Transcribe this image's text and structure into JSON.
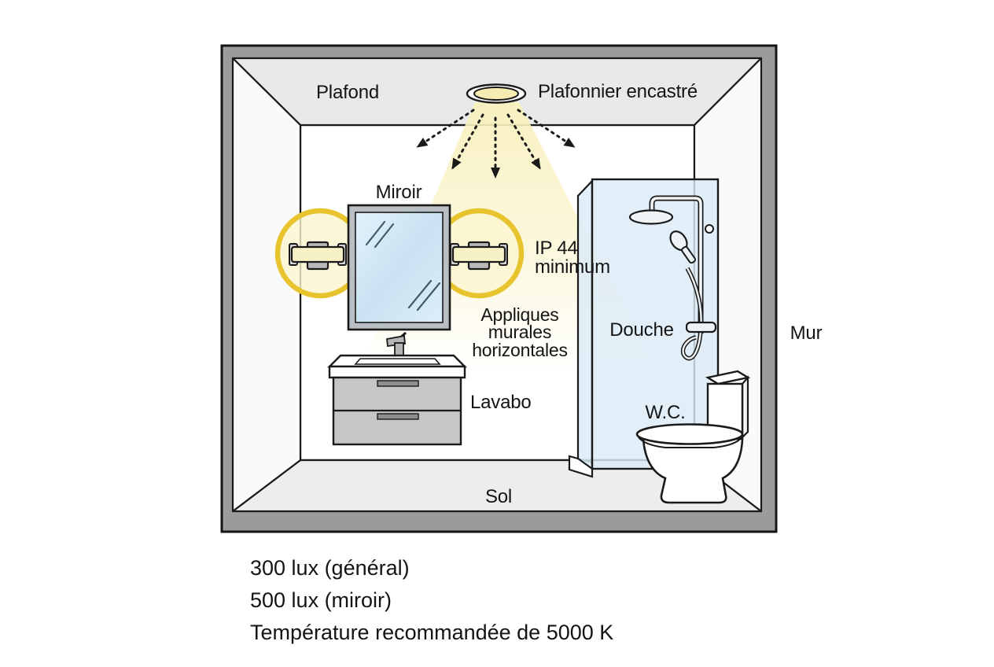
{
  "diagram": {
    "labels": {
      "ceiling": "Plafond",
      "ceiling_light": "Plafonnier encastré",
      "mirror": "Miroir",
      "ip_rating": {
        "line1": "IP 44",
        "line2": "minimum"
      },
      "sconces": {
        "line1": "Appliques",
        "line2": "murales",
        "line3": "horizontales"
      },
      "shower": "Douche",
      "wall": "Mur",
      "sink": "Lavabo",
      "toilet": "W.C.",
      "floor": "Sol"
    },
    "colors": {
      "frame_gray": "#9b9b9b",
      "ceiling_gray": "#e9e9e9",
      "floor_gray": "#ededed",
      "side_wall": "#fafafa",
      "back_wall": "#ffffff",
      "highlight_yellow": "#e7c42d",
      "beam_yellow": "#faf3c8",
      "glass_blue": "#dcecf7",
      "furniture_gray": "#c6c6c6",
      "outline": "#1a1a1a"
    }
  },
  "specs": {
    "line1": "300 lux (général)",
    "line2": "500 lux (miroir)",
    "line3": "Température recommandée de 5000 K"
  }
}
